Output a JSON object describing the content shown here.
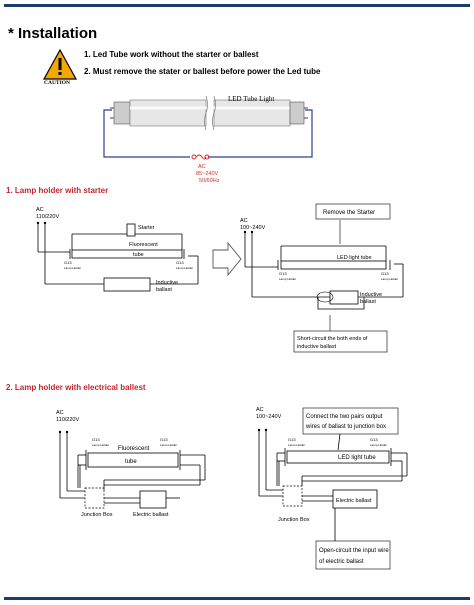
{
  "title": "* Installation",
  "caution": {
    "icon": "caution-warning-icon",
    "label": "CAUTION",
    "color": "#f2a800"
  },
  "instructions": [
    "1.  Led Tube work without the starter or ballest",
    "2.  Must remove the stater or ballest before power the Led tube"
  ],
  "top_diagram": {
    "tube_label": "LED Tube Light",
    "ac_lines": [
      "AC",
      "85~240V",
      "50/60Hz"
    ]
  },
  "section1": {
    "heading": "1. Lamp holder with starter",
    "left": {
      "ac_lines": [
        "AC",
        "110/220V"
      ],
      "starter": "Starter",
      "tube_lines": [
        "Fluorescent",
        "tube"
      ],
      "holder_l": [
        "G13",
        "Lamp Holder"
      ],
      "holder_r": [
        "G13",
        "Lamp Holder"
      ],
      "ballast_lines": [
        "Inductive",
        "ballast"
      ]
    },
    "right": {
      "ac_lines": [
        "AC",
        "100~240V"
      ],
      "callout_top": "Remove the Starter",
      "tube_label": "LED light tube",
      "holder_l": [
        "G13",
        "Lamp Holder"
      ],
      "holder_r": [
        "G13",
        "Lamp Holder"
      ],
      "ballast_lines": [
        "Inductive",
        "ballast"
      ],
      "callout_bottom": [
        "Short-circuit the both ends of",
        "inductive ballast"
      ]
    }
  },
  "section2": {
    "heading": "2. Lamp holder with electrical  ballest",
    "left": {
      "ac_lines": [
        "AC",
        "110/220V"
      ],
      "holder_l": [
        "G13",
        "Lamp Holder"
      ],
      "holder_r": [
        "G13",
        "Lamp Holder"
      ],
      "tube_lines": [
        "Fluorescent",
        "tube"
      ],
      "junction": "Junction Box",
      "ballast": "Electric ballast"
    },
    "right": {
      "ac_lines": [
        "AC",
        "100~240V"
      ],
      "callout_top": [
        "Connect  the  two  pairs  output",
        "wires of ballast to junction box"
      ],
      "holder_l": [
        "G13",
        "Lamp Holder"
      ],
      "holder_r": [
        "G13",
        "Lamp Holder"
      ],
      "tube_label": "LED light tube",
      "junction": "Junction Box",
      "ballast": "Electric ballast",
      "callout_bottom": [
        "Open-circuit the input wire",
        "of electric ballast"
      ]
    }
  },
  "colors": {
    "bar": "#1f3b6e",
    "heading_red": "#c0272d",
    "ac_red": "#d9302a",
    "wire_blue": "#2c3f8f"
  }
}
